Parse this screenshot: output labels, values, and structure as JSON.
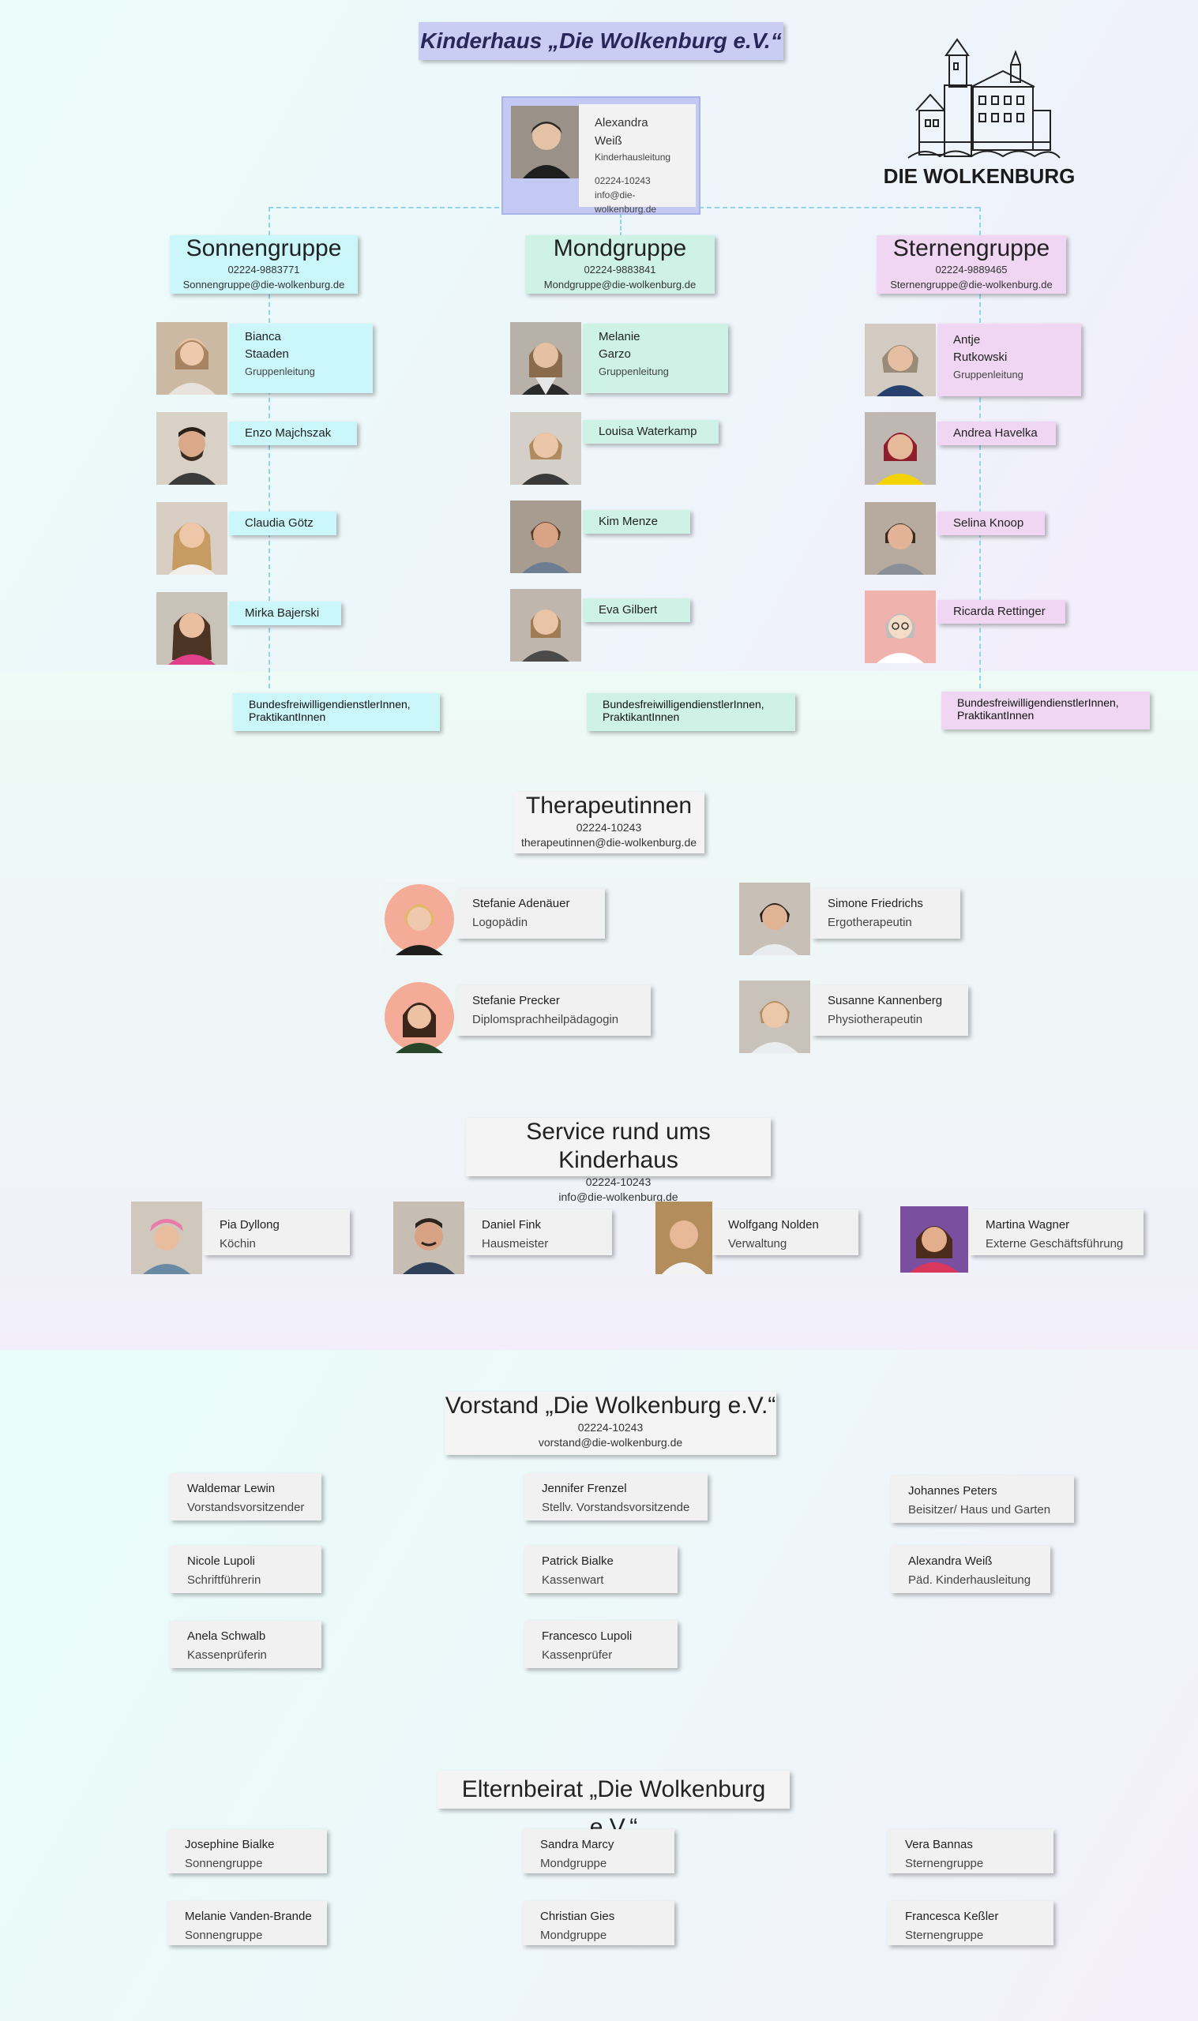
{
  "title": "Kinderhaus „Die Wolkenburg e.V.“",
  "logo": {
    "text": "DIE WOLKENBURG",
    "icon": "castle-logo-icon"
  },
  "director": {
    "first_name": "Alexandra",
    "last_name": "Weiß",
    "role": "Kinderhausleitung",
    "phone": "02224-10243",
    "email": "info@die-wolkenburg.de"
  },
  "groups": [
    {
      "name": "Sonnengruppe",
      "phone": "02224-9883771",
      "email": "Sonnengruppe@die-wolkenburg.de",
      "color": "#cbf7fa",
      "lead": {
        "first_name": "Bianca",
        "last_name": "Staaden",
        "role": "Gruppenleitung"
      },
      "members": [
        "Enzo Majchszak",
        "Claudia Götz",
        "Mirka Bajerski"
      ],
      "volunteers": "BundesfreiwilligendienstlerInnen, PraktikantInnen"
    },
    {
      "name": "Mondgruppe",
      "phone": "02224-9883841",
      "email": "Mondgruppe@die-wolkenburg.de",
      "color": "#cef3e6",
      "lead": {
        "first_name": "Melanie",
        "last_name": "Garzo",
        "role": "Gruppenleitung"
      },
      "members": [
        "Louisa Waterkamp",
        "Kim Menze",
        "Eva Gilbert"
      ],
      "volunteers": "BundesfreiwilligendienstlerInnen, PraktikantInnen"
    },
    {
      "name": "Sternengruppe",
      "phone": "02224-9889465",
      "email": "Sternengruppe@die-wolkenburg.de",
      "color": "#f0d6f2",
      "lead": {
        "first_name": "Antje",
        "last_name": "Rutkowski",
        "role": "Gruppenleitung"
      },
      "members": [
        "Andrea Havelka",
        "Selina Knoop",
        "Ricarda Rettinger"
      ],
      "volunteers": "BundesfreiwilligendienstlerInnen, PraktikantInnen"
    }
  ],
  "therapists": {
    "name": "Therapeutinnen",
    "phone": "02224-10243",
    "email": "therapeutinnen@die-wolkenburg.de",
    "people": [
      {
        "name": "Stefanie Adenäuer",
        "role": "Logopädin"
      },
      {
        "name": "Simone Friedrichs",
        "role": "Ergotherapeutin"
      },
      {
        "name": "Stefanie Precker",
        "role": "Diplomsprachheilpädagogin"
      },
      {
        "name": "Susanne Kannenberg",
        "role": "Physiotherapeutin"
      }
    ]
  },
  "service": {
    "name": "Service rund ums Kinderhaus",
    "phone": "02224-10243",
    "email": "info@die-wolkenburg.de",
    "people": [
      {
        "name": "Pia Dyllong",
        "role": "Köchin"
      },
      {
        "name": "Daniel Fink",
        "role": "Hausmeister"
      },
      {
        "name": "Wolfgang Nolden",
        "role": "Verwaltung"
      },
      {
        "name": "Martina Wagner",
        "role": "Externe Geschäftsführung"
      }
    ]
  },
  "board": {
    "name": "Vorstand „Die Wolkenburg e.V.“",
    "phone": "02224-10243",
    "email": "vorstand@die-wolkenburg.de",
    "people": [
      {
        "name": "Waldemar Lewin",
        "role": "Vorstandsvorsitzender"
      },
      {
        "name": "Jennifer Frenzel",
        "role": "Stellv. Vorstandsvorsitzende"
      },
      {
        "name": "Johannes Peters",
        "role": "Beisitzer/ Haus und Garten"
      },
      {
        "name": "Nicole Lupoli",
        "role": "Schriftführerin"
      },
      {
        "name": "Patrick Bialke",
        "role": "Kassenwart"
      },
      {
        "name": "Alexandra Weiß",
        "role": "Päd. Kinderhausleitung"
      },
      {
        "name": "Anela Schwalb",
        "role": "Kassenprüferin"
      },
      {
        "name": "Francesco Lupoli",
        "role": "Kassenprüfer"
      }
    ]
  },
  "council": {
    "name": "Elternbeirat „Die Wolkenburg e.V.“",
    "people": [
      {
        "name": "Josephine Bialke",
        "role": "Sonnengruppe"
      },
      {
        "name": "Sandra Marcy",
        "role": "Mondgruppe"
      },
      {
        "name": "Vera Bannas",
        "role": "Sternengruppe"
      },
      {
        "name": "Melanie Vanden-Brande",
        "role": "Sonnengruppe"
      },
      {
        "name": "Christian Gies",
        "role": "Mondgruppe"
      },
      {
        "name": "Francesca  Keßler",
        "role": "Sternengruppe"
      }
    ]
  }
}
